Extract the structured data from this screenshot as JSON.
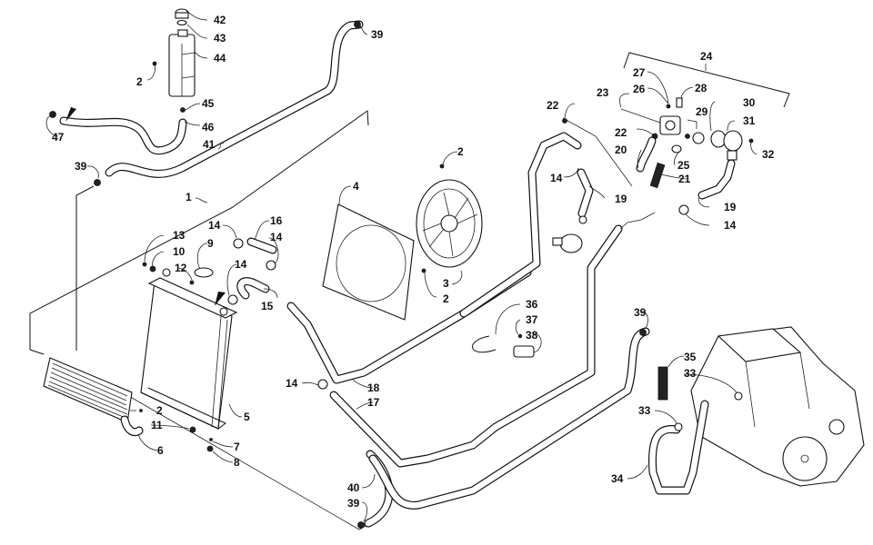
{
  "diagram": {
    "title": "Cooling system exploded parts diagram",
    "callouts": [
      {
        "id": "c42",
        "label": "42",
        "part": "reservoir-cap"
      },
      {
        "id": "c43",
        "label": "43",
        "part": "reservoir-gasket"
      },
      {
        "id": "c44",
        "label": "44",
        "part": "coolant-reservoir"
      },
      {
        "id": "c2a",
        "label": "2",
        "part": "screw"
      },
      {
        "id": "c45",
        "label": "45",
        "part": "hose-clamp"
      },
      {
        "id": "c46",
        "label": "46",
        "part": "overflow-hose"
      },
      {
        "id": "c47",
        "label": "47",
        "part": "vent-fitting"
      },
      {
        "id": "c41",
        "label": "41",
        "part": "coolant-hose"
      },
      {
        "id": "c39a",
        "label": "39",
        "part": "hose-clamp"
      },
      {
        "id": "c39b",
        "label": "39",
        "part": "hose-clamp"
      },
      {
        "id": "c1",
        "label": "1",
        "part": "radiator-assembly"
      },
      {
        "id": "c13",
        "label": "13",
        "part": "nut"
      },
      {
        "id": "c10",
        "label": "10",
        "part": "grommet"
      },
      {
        "id": "c12",
        "label": "12",
        "part": "screw"
      },
      {
        "id": "c9",
        "label": "9",
        "part": "radiator-cap"
      },
      {
        "id": "c14a",
        "label": "14",
        "part": "hose-clamp"
      },
      {
        "id": "c16",
        "label": "16",
        "part": "hose"
      },
      {
        "id": "c14b",
        "label": "14",
        "part": "hose-clamp"
      },
      {
        "id": "c14c",
        "label": "14",
        "part": "hose-clamp"
      },
      {
        "id": "c15",
        "label": "15",
        "part": "hose"
      },
      {
        "id": "c4",
        "label": "4",
        "part": "fan-shroud"
      },
      {
        "id": "c2b",
        "label": "2",
        "part": "screw"
      },
      {
        "id": "c3",
        "label": "3",
        "part": "cooling-fan"
      },
      {
        "id": "c2c",
        "label": "2",
        "part": "screw"
      },
      {
        "id": "c22a",
        "label": "22",
        "part": "clamp"
      },
      {
        "id": "c14d",
        "label": "14",
        "part": "hose-clamp"
      },
      {
        "id": "c19a",
        "label": "19",
        "part": "hose"
      },
      {
        "id": "c24",
        "label": "24",
        "part": "thermostat-housing-assembly"
      },
      {
        "id": "c23",
        "label": "23",
        "part": "bolt"
      },
      {
        "id": "c27",
        "label": "27",
        "part": "plug"
      },
      {
        "id": "c26",
        "label": "26",
        "part": "washer"
      },
      {
        "id": "c28",
        "label": "28",
        "part": "temperature-sensor"
      },
      {
        "id": "c22b",
        "label": "22",
        "part": "clamp"
      },
      {
        "id": "c20",
        "label": "20",
        "part": "hose"
      },
      {
        "id": "c25",
        "label": "25",
        "part": "o-ring"
      },
      {
        "id": "c21",
        "label": "21",
        "part": "spring-sleeve"
      },
      {
        "id": "c29",
        "label": "29",
        "part": "thermostat"
      },
      {
        "id": "c30",
        "label": "30",
        "part": "o-ring"
      },
      {
        "id": "c31",
        "label": "31",
        "part": "thermostat-cover"
      },
      {
        "id": "c32",
        "label": "32",
        "part": "screw"
      },
      {
        "id": "c19b",
        "label": "19",
        "part": "hose"
      },
      {
        "id": "c14e",
        "label": "14",
        "part": "hose-clamp"
      },
      {
        "id": "c5",
        "label": "5",
        "part": "radiator"
      },
      {
        "id": "c2d",
        "label": "2",
        "part": "screw"
      },
      {
        "id": "c11",
        "label": "11",
        "part": "grommet"
      },
      {
        "id": "c7",
        "label": "7",
        "part": "washer"
      },
      {
        "id": "c8",
        "label": "8",
        "part": "nut"
      },
      {
        "id": "c6",
        "label": "6",
        "part": "oil-cooler"
      },
      {
        "id": "c14f",
        "label": "14",
        "part": "hose-clamp"
      },
      {
        "id": "c18",
        "label": "18",
        "part": "hose"
      },
      {
        "id": "c17",
        "label": "17",
        "part": "hose"
      },
      {
        "id": "c36",
        "label": "36",
        "part": "cable-tie"
      },
      {
        "id": "c37",
        "label": "37",
        "part": "screw"
      },
      {
        "id": "c38",
        "label": "38",
        "part": "hose-holder"
      },
      {
        "id": "c39c",
        "label": "39",
        "part": "hose-clamp"
      },
      {
        "id": "c35",
        "label": "35",
        "part": "spring-sleeve"
      },
      {
        "id": "c33a",
        "label": "33",
        "part": "hose-clamp"
      },
      {
        "id": "c33b",
        "label": "33",
        "part": "hose-clamp"
      },
      {
        "id": "c34",
        "label": "34",
        "part": "engine-hose"
      },
      {
        "id": "c40",
        "label": "40",
        "part": "hose"
      },
      {
        "id": "c39d",
        "label": "39",
        "part": "hose-clamp"
      }
    ]
  }
}
